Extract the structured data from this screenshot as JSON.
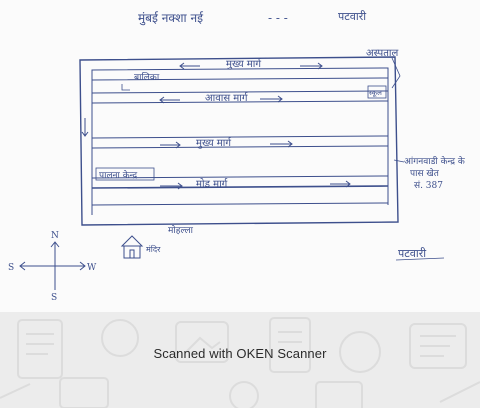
{
  "sketch": {
    "title": "मुंबई नक्शा नई",
    "title_suffix": "- - -",
    "title_right": "पटवारी",
    "top_right_label": "अस्पताल",
    "roads": {
      "upper": "मुख्य मार्ग",
      "second": "आवास मार्ग",
      "third": "मुख्य मार्ग",
      "lower": "मोड मार्ग",
      "bottom": "मोहल्ला"
    },
    "left_labels": {
      "upper": "बालिका",
      "lower": "पालना केन्द्र"
    },
    "right_note_lines": [
      "आंगनवाडी केन्द्र के",
      "पास खेत",
      "सं. 387"
    ],
    "box_label": "स्कूल",
    "house_label": "मंदिर",
    "compass": {
      "n": "N",
      "s": "S",
      "w": "W",
      "e": "S"
    },
    "signature": "पटवारी"
  },
  "footer": {
    "watermark": "Scanned with OKEN Scanner"
  },
  "colors": {
    "ink": "#3d4f8c",
    "footer_bg": "#ececec",
    "footer_pattern": "#dcdcdc"
  }
}
